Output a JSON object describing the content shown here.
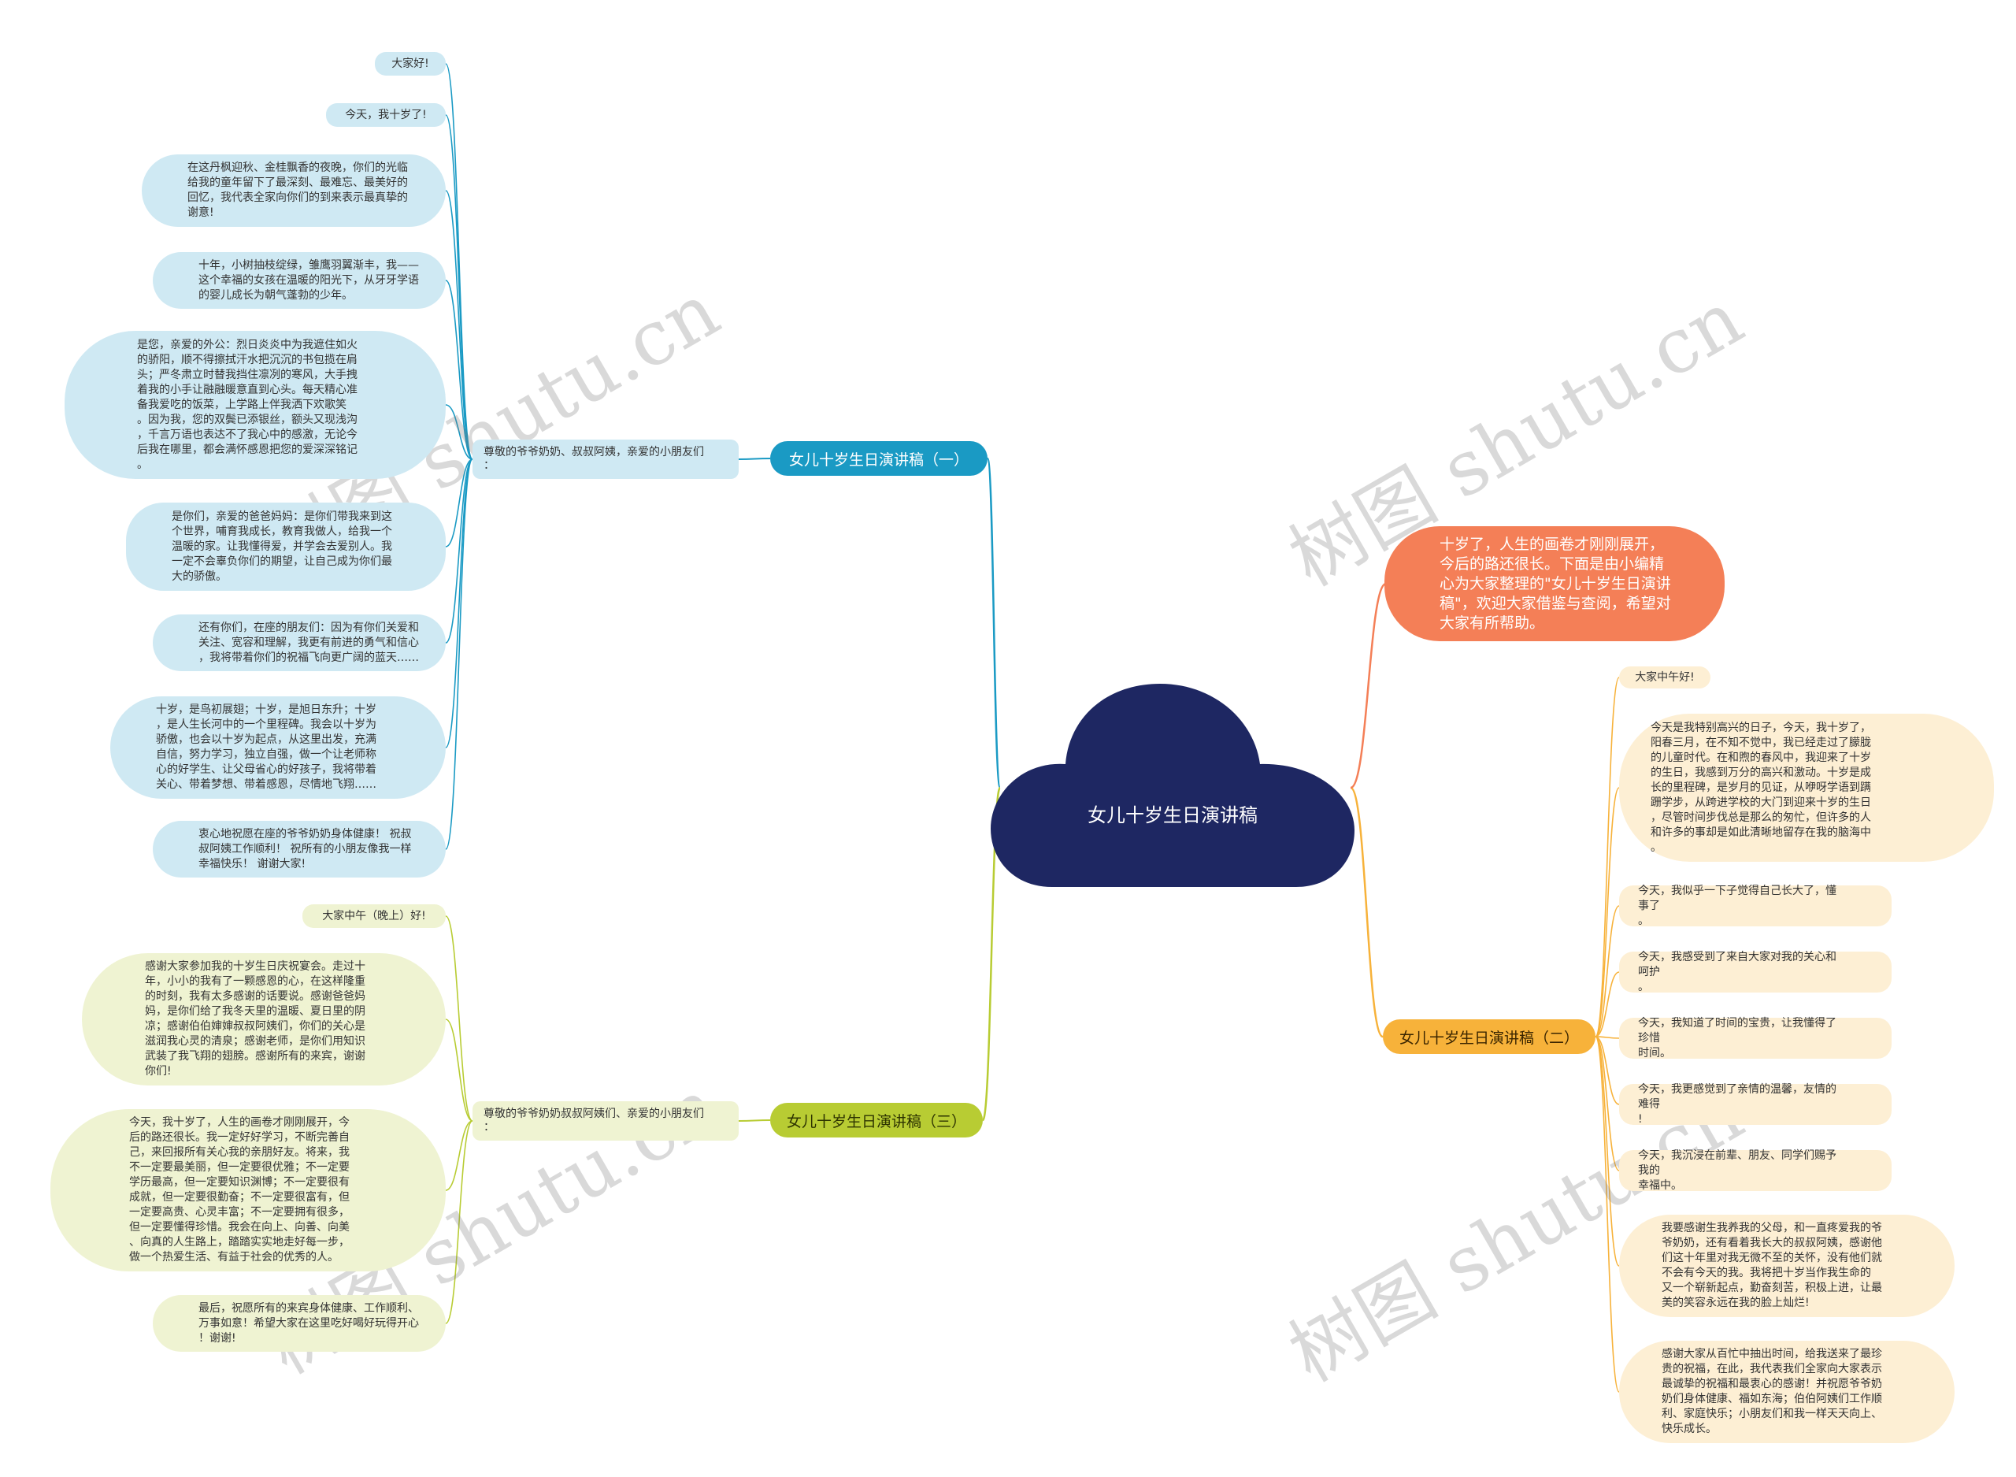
{
  "colors": {
    "center": "#1e2762",
    "branch1": "#1a9ac4",
    "branch2": "#f7b23a",
    "branch3": "#b8cc33",
    "intro": "#f47f57"
  },
  "center": {
    "title": "女儿十岁生日演讲稿"
  },
  "intro": {
    "text": "十岁了，人生的画卷才刚刚展开，\n今后的路还很长。下面是由小编精\n心为大家整理的\"女儿十岁生日演讲\n稿\"，欢迎大家借鉴与查阅，希望对\n大家有所帮助。"
  },
  "branch1": {
    "title": "女儿十岁生日演讲稿（一）",
    "greeting": "尊敬的爷爷奶奶、叔叔阿姨，亲爱的小朋友们\n：",
    "items": [
      "大家好!",
      "今天，我十岁了!",
      "在这丹枫迎秋、金桂飘香的夜晚，你们的光临\n给我的童年留下了最深刻、最难忘、最美好的\n回忆，我代表全家向你们的到来表示最真挚的\n谢意!",
      "十年，小树抽枝绽绿，雏鹰羽翼渐丰，我——\n这个幸福的女孩在温暖的阳光下，从牙牙学语\n的婴儿成长为朝气蓬勃的少年。",
      "是您，亲爱的外公：烈日炎炎中为我遮住如火\n的骄阳，顺不得擦拭汗水把沉沉的书包揽在肩\n头；严冬肃立时替我挡住凛冽的寒风，大手拽\n着我的小手让融融暖意直到心头。每天精心准\n备我爱吃的饭菜，上学路上伴我洒下欢歌笑\n。因为我，您的双鬓已添银丝，额头又现浅沟\n，千言万语也表达不了我心中的感激，无论今\n后我在哪里，都会满怀感恩把您的爱深深铭记\n。",
      "是你们，亲爱的爸爸妈妈：是你们带我来到这\n个世界，哺育我成长，教育我做人，给我一个\n温暖的家。让我懂得爱，并学会去爱别人。我\n一定不会辜负你们的期望，让自己成为你们最\n大的骄傲。",
      "还有你们，在座的朋友们：因为有你们关爱和\n关注、宽容和理解，我更有前进的勇气和信心\n，我将带着你们的祝福飞向更广阔的蓝天……",
      "十岁，是鸟初展翅；十岁，是旭日东升；十岁\n，是人生长河中的一个里程碑。我会以十岁为\n骄傲，也会以十岁为起点，从这里出发，充满\n自信，努力学习，独立自强，做一个让老师称\n心的好学生、让父母省心的好孩子，我将带着\n关心、带着梦想、带着感恩，尽情地飞翔……",
      "衷心地祝愿在座的爷爷奶奶身体健康！ 祝叔\n叔阿姨工作顺利！ 祝所有的小朋友像我一样\n幸福快乐！ 谢谢大家!"
    ]
  },
  "branch2": {
    "title": "女儿十岁生日演讲稿（二）",
    "items": [
      "大家中午好!",
      "今天是我特别高兴的日子，今天，我十岁了，\n阳春三月，在不知不觉中，我已经走过了朦胧\n的儿童时代。在和煦的春风中，我迎来了十岁\n的生日，我感到万分的高兴和激动。十岁是成\n长的里程碑，是岁月的见证，从咿呀学语到蹒\n跚学步，从跨进学校的大门到迎来十岁的生日\n，尽管时间步伐总是那么的匆忙，但许多的人\n和许多的事却是如此清晰地留存在我的脑海中\n。",
      "今天，我似乎一下子觉得自己长大了，懂事了\n。",
      "今天，我感受到了来自大家对我的关心和呵护\n。",
      "今天，我知道了时间的宝贵，让我懂得了珍惜\n时间。",
      "今天，我更感觉到了亲情的温馨，友情的难得\n!",
      "今天，我沉浸在前辈、朋友、同学们赐予我的\n幸福中。",
      "我要感谢生我养我的父母，和一直疼爱我的爷\n爷奶奶，还有看着我长大的叔叔阿姨，感谢他\n们这十年里对我无微不至的关怀，没有他们就\n不会有今天的我。我将把十岁当作我生命的\n又一个崭新起点，勤奋刻苦，积极上进，让最\n美的笑容永远在我的脸上灿烂!",
      "感谢大家从百忙中抽出时间，给我送来了最珍\n贵的祝福，在此，我代表我们全家向大家表示\n最诚挚的祝福和最衷心的感谢！并祝愿爷爷奶\n奶们身体健康、福如东海；伯伯阿姨们工作顺\n利、家庭快乐；小朋友们和我一样天天向上、\n快乐成长。"
    ]
  },
  "branch3": {
    "title": "女儿十岁生日演讲稿（三）",
    "greeting": "尊敬的爷爷奶奶叔叔阿姨们、亲爱的小朋友们\n：",
    "items": [
      "大家中午（晚上）好!",
      "感谢大家参加我的十岁生日庆祝宴会。走过十\n年，小小的我有了一颗感恩的心，在这样隆重\n的时刻，我有太多感谢的话要说。感谢爸爸妈\n妈，是你们给了我冬天里的温暖、夏日里的阴\n凉；感谢伯伯婶婶叔叔阿姨们，你们的关心是\n滋润我心灵的清泉；感谢老师，是你们用知识\n武装了我飞翔的翅膀。感谢所有的来宾，谢谢\n你们!",
      "今天，我十岁了，人生的画卷才刚刚展开，今\n后的路还很长。我一定好好学习，不断完善自\n己，来回报所有关心我的亲朋好友。将来，我\n不一定要最美丽，但一定要很优雅；不一定要\n学历最高，但一定要知识渊博；不一定要很有\n成就，但一定要很勤奋；不一定要很富有，但\n一定要高贵、心灵丰富；不一定要拥有很多，\n但一定要懂得珍惜。我会在向上、向善、向美\n、向真的人生路上，踏踏实实地走好每一步，\n做一个热爱生活、有益于社会的优秀的人。",
      "最后，祝愿所有的来宾身体健康、工作顺利、\n万事如意！希望大家在这里吃好喝好玩得开心\n！谢谢!"
    ]
  },
  "watermark": "树图 shutu.cn"
}
